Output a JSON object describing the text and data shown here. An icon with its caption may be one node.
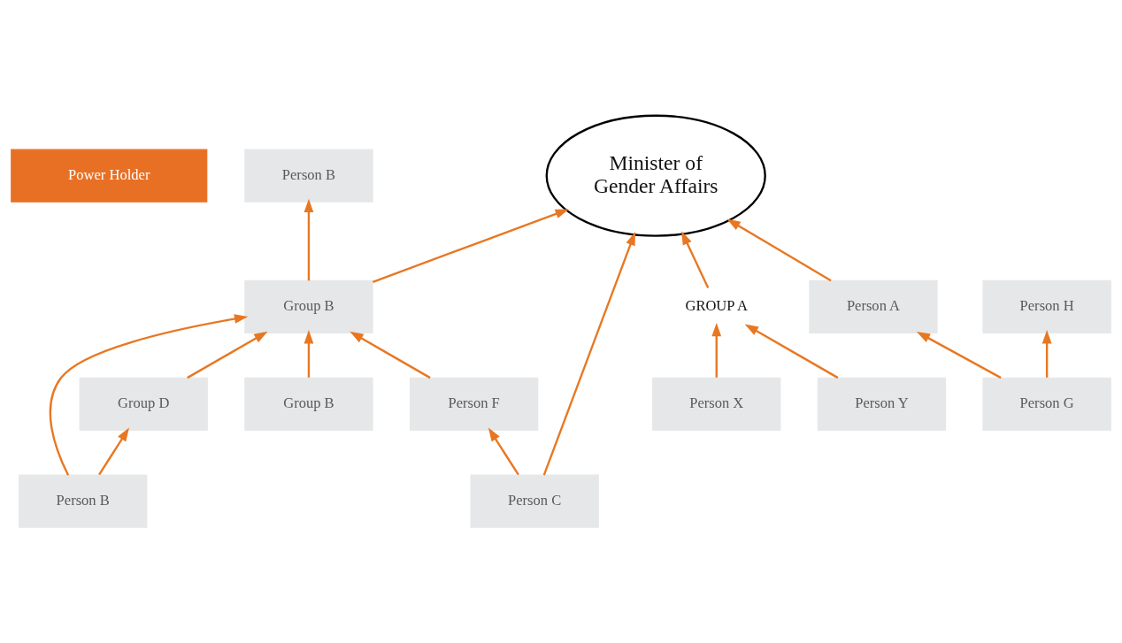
{
  "diagram": {
    "nodes": [
      {
        "text": [
          "Power Holder"
        ]
      },
      {
        "text": [
          "Person A"
        ]
      },
      {
        "text": [
          "Person B"
        ]
      },
      {
        "text": [
          "Person H"
        ]
      },
      {
        "text": [
          "Minister of Gender Affairs"
        ]
      },
      {
        "text": [
          "Group B"
        ]
      },
      {
        "text": [
          "Group D"
        ]
      },
      {
        "text": [
          "Person G"
        ]
      },
      {
        "text": [
          "GROUP A"
        ]
      },
      {
        "text": [
          "Group B"
        ]
      },
      {
        "text": [
          "Person B"
        ]
      },
      {
        "text": [
          "Person F"
        ]
      },
      {
        "text": [
          "Person X"
        ]
      },
      {
        "text": [
          "Person Y"
        ]
      },
      {
        "text": [
          "Person C"
        ]
      }
    ],
    "edges": [
      {
        "from": 1,
        "to": 4,
        "arrow": "to"
      },
      {
        "from": 7,
        "to": 1,
        "arrow": "to"
      },
      {
        "from": 7,
        "to": 3,
        "arrow": "to"
      },
      {
        "from": 5,
        "to": 2,
        "arrow": "to"
      },
      {
        "from": 5,
        "to": 4,
        "arrow": "to"
      },
      {
        "from": 6,
        "to": 5,
        "arrow": "to"
      },
      {
        "from": 9,
        "to": 5,
        "arrow": "to"
      },
      {
        "from": 10,
        "to": 5,
        "arrow": "to"
      },
      {
        "from": 10,
        "to": 6,
        "arrow": "to"
      },
      {
        "from": 11,
        "to": 5,
        "arrow": "to"
      },
      {
        "from": 8,
        "to": 4,
        "arrow": "to"
      },
      {
        "from": 12,
        "to": 8,
        "arrow": "to"
      },
      {
        "from": 13,
        "to": 8,
        "arrow": "to"
      },
      {
        "from": 14,
        "to": 4,
        "arrow": "to"
      },
      {
        "from": 14,
        "to": 11,
        "arrow": "to"
      }
    ]
  }
}
